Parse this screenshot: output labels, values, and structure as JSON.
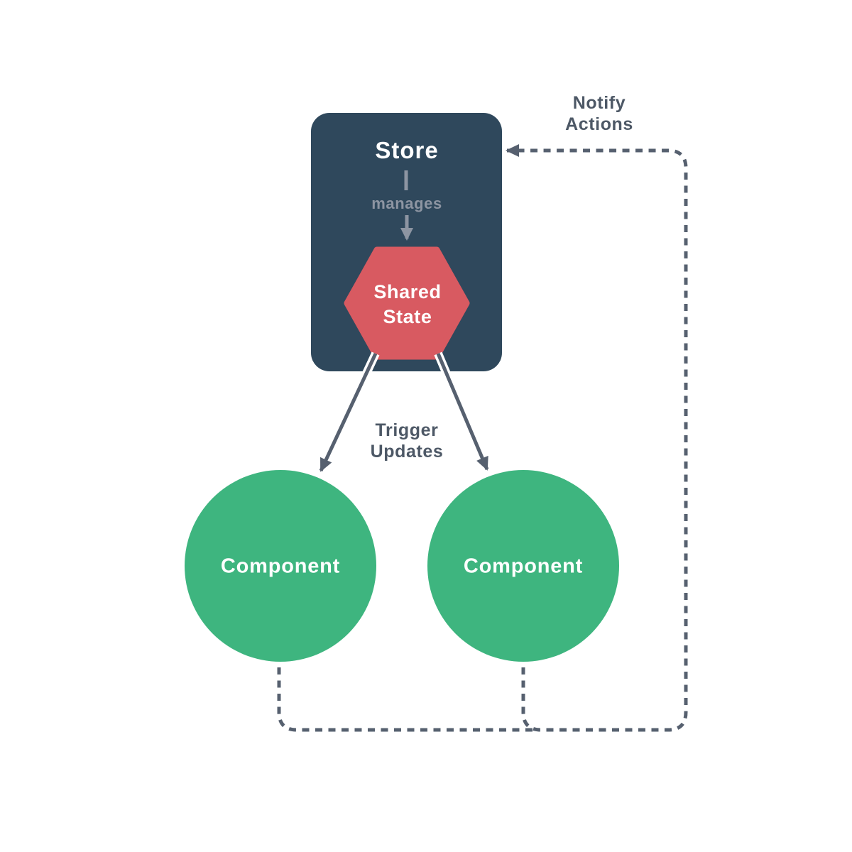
{
  "diagram": {
    "store": {
      "label": "Store",
      "manages_label": "manages"
    },
    "shared_state": {
      "label": "Shared State"
    },
    "components": [
      {
        "label": "Component"
      },
      {
        "label": "Component"
      }
    ],
    "edges": {
      "trigger_updates_label": "Trigger Updates",
      "notify_actions_label": "Notify Actions"
    },
    "colors": {
      "background": "#FFFFFF",
      "store_bg": "#2F485C",
      "shared_state_bg": "#D85A61",
      "component_bg": "#3EB57F",
      "connector": "#56606F",
      "label_dark": "#4D5866",
      "label_muted": "#8D95A2",
      "text_light": "#FFFFFF"
    }
  }
}
